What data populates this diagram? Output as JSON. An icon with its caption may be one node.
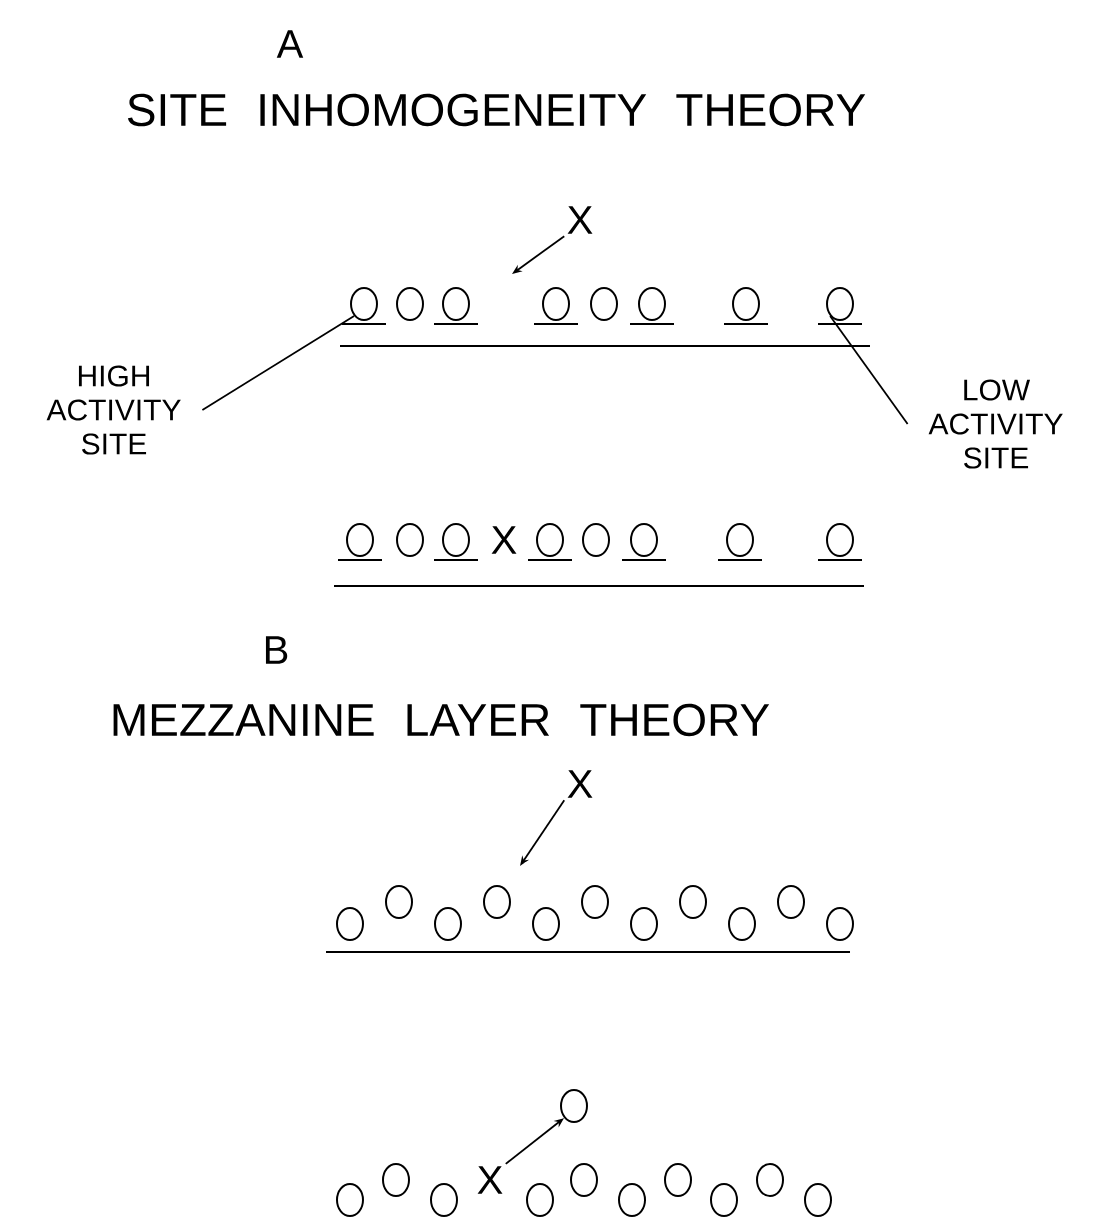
{
  "diagram": {
    "nodes": [
      {
        "text": [
          "X"
        ]
      },
      {
        "text": [],
        "shape": "circle"
      },
      {
        "text": [],
        "shape": "circle"
      },
      {
        "text": [],
        "shape": "circle"
      },
      {
        "text": [],
        "shape": "circle"
      },
      {
        "text": [],
        "shape": "circle"
      },
      {
        "text": [],
        "shape": "circle"
      },
      {
        "text": [],
        "shape": "circle"
      },
      {
        "text": [],
        "shape": "circle"
      },
      {
        "text": [
          "HIGH ACTIVITY SITE"
        ]
      },
      {
        "text": [
          "LOW ACTIVITY SITE"
        ]
      },
      {
        "text": [],
        "shape": "circle"
      },
      {
        "text": [],
        "shape": "circle"
      },
      {
        "text": [],
        "shape": "circle"
      },
      {
        "text": [],
        "shape": "circle"
      },
      {
        "text": [],
        "shape": "circle"
      },
      {
        "text": [],
        "shape": "circle"
      },
      {
        "text": [],
        "shape": "circle"
      },
      {
        "text": [],
        "shape": "circle"
      },
      {
        "text": [
          "X"
        ]
      },
      {
        "text": [],
        "shape": "circle"
      },
      {
        "text": [],
        "shape": "circle"
      },
      {
        "text": [],
        "shape": "circle"
      },
      {
        "text": [],
        "shape": "circle"
      },
      {
        "text": [],
        "shape": "circle"
      },
      {
        "text": [],
        "shape": "circle"
      },
      {
        "text": [],
        "shape": "circle"
      },
      {
        "text": [],
        "shape": "circle"
      },
      {
        "text": [],
        "shape": "circle"
      },
      {
        "text": [],
        "shape": "circle"
      },
      {
        "text": [],
        "shape": "circle"
      },
      {
        "text": [],
        "shape": "circle"
      },
      {
        "text": [],
        "shape": "circle"
      },
      {
        "text": [],
        "shape": "circle"
      },
      {
        "text": [],
        "shape": "circle"
      },
      {
        "text": [
          "X"
        ]
      },
      {
        "text": [],
        "shape": "circle"
      },
      {
        "text": [],
        "shape": "circle"
      },
      {
        "text": [],
        "shape": "circle"
      },
      {
        "text": [],
        "shape": "circle"
      },
      {
        "text": [],
        "shape": "circle"
      },
      {
        "text": [],
        "shape": "circle"
      },
      {
        "text": [],
        "shape": "circle"
      }
    ],
    "edges": [
      {
        "from": 0,
        "to": null,
        "arrow": "to"
      },
      {
        "from": 9,
        "to": 1,
        "arrow": "none"
      },
      {
        "from": 10,
        "to": 8,
        "arrow": "none"
      },
      {
        "from": 19,
        "to": null,
        "arrow": "to"
      },
      {
        "from": 35,
        "to": 31,
        "arrow": "to"
      }
    ],
    "labels": [
      "A",
      "SITE INHOMOGENEITY THEORY",
      "X",
      "B",
      "MEZZANINE LAYER THEORY"
    ]
  }
}
